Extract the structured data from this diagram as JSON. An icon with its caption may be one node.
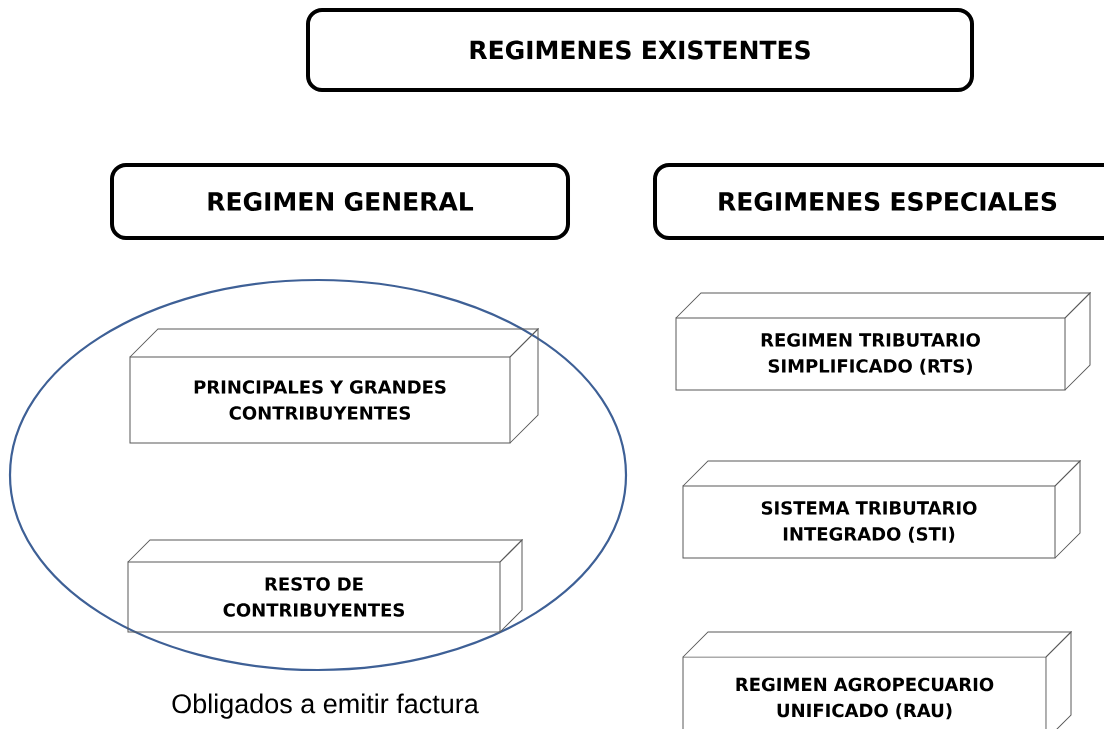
{
  "diagram": {
    "nodes": [
      {
        "text": [
          "REGIMENES EXISTENTES"
        ]
      },
      {
        "text": [
          "REGIMEN GENERAL"
        ]
      },
      {
        "text": [
          "REGIMENES ESPECIALES"
        ]
      },
      {
        "text": [],
        "shape": "circle",
        "beside": [
          "Obligados a emitir factura"
        ]
      },
      {
        "text": [
          "PRINCIPALES Y GRANDES CONTRIBUYENTES"
        ],
        "in": 3
      },
      {
        "text": [
          "RESTO DE CONTRIBUYENTES"
        ],
        "in": 3
      },
      {
        "text": [
          "REGIMEN TRIBUTARIO SIMPLIFICADO (RTS)"
        ]
      },
      {
        "text": [
          "SISTEMA TRIBUTARIO INTEGRADO (STI)"
        ]
      },
      {
        "text": [
          "REGIMEN AGROPECUARIO UNIFICADO (RAU)"
        ]
      }
    ]
  }
}
